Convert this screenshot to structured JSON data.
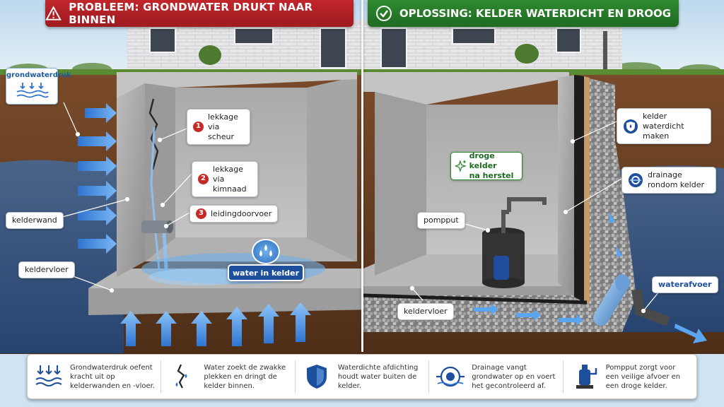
{
  "header": {
    "problem_title": "PROBLEEM: GRONDWATER DRUKT NAAR BINNEN",
    "solution_title": "OPLOSSING: KELDER WATERDICHT EN DROOG"
  },
  "problem": {
    "pressure_label": "grondwaterdruk",
    "wall_label": "kelderwand",
    "floor_label": "keldervloer",
    "leaks": [
      {
        "number": "1",
        "line1": "lekkage",
        "line2": "via scheur"
      },
      {
        "number": "2",
        "line1": "lekkage",
        "line2": "via kimnaad"
      },
      {
        "number": "3",
        "line1": "leidingdoorvoer",
        "line2": ""
      }
    ],
    "water_label": "water in kelder"
  },
  "solution": {
    "dry_label_line1": "droge kelder",
    "dry_label_line2": "na herstel",
    "pump_label": "pompput",
    "floor_label": "keldervloer",
    "waterproof_line1": "kelder",
    "waterproof_line2": "waterdicht maken",
    "drainage_line1": "drainage",
    "drainage_line2": "rondom kelder",
    "outlet_label": "waterafvoer"
  },
  "footer": {
    "items": [
      {
        "icon": "pressure-icon",
        "text": "Grondwaterdruk oefent kracht uit op kelderwanden en -vloer."
      },
      {
        "icon": "crack-icon",
        "text": "Water zoekt de zwakke plekken en dringt de kelder binnen."
      },
      {
        "icon": "shield-icon",
        "text": "Waterdichte afdichting houdt water buiten de kelder."
      },
      {
        "icon": "drainage-icon",
        "text": "Drainage vangt grondwater op en voert het gecontroleerd af."
      },
      {
        "icon": "pump-icon",
        "text": "Pompput zorgt voor een veilige afvoer en een droge kelder."
      }
    ]
  },
  "colors": {
    "problem_red": "#c0262b",
    "solution_green": "#2f8a2f",
    "water_blue": "#3a7fd0",
    "soil_brown": "#6b4226"
  }
}
